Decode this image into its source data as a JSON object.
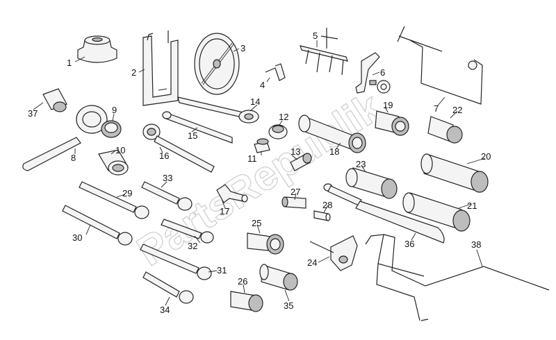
{
  "watermark": "PartsRepublik",
  "parts": [
    {
      "num": "1"
    },
    {
      "num": "2"
    },
    {
      "num": "3"
    },
    {
      "num": "4"
    },
    {
      "num": "5"
    },
    {
      "num": "6"
    },
    {
      "num": "7"
    },
    {
      "num": "8"
    },
    {
      "num": "9"
    },
    {
      "num": "10"
    },
    {
      "num": "11"
    },
    {
      "num": "12"
    },
    {
      "num": "13"
    },
    {
      "num": "14"
    },
    {
      "num": "15"
    },
    {
      "num": "16"
    },
    {
      "num": "17"
    },
    {
      "num": "18"
    },
    {
      "num": "19"
    },
    {
      "num": "20"
    },
    {
      "num": "21"
    },
    {
      "num": "22"
    },
    {
      "num": "23"
    },
    {
      "num": "24"
    },
    {
      "num": "25"
    },
    {
      "num": "26"
    },
    {
      "num": "27"
    },
    {
      "num": "28"
    },
    {
      "num": "29"
    },
    {
      "num": "30"
    },
    {
      "num": "31"
    },
    {
      "num": "32"
    },
    {
      "num": "33"
    },
    {
      "num": "34"
    },
    {
      "num": "35"
    },
    {
      "num": "36"
    },
    {
      "num": "37"
    },
    {
      "num": "38"
    }
  ]
}
